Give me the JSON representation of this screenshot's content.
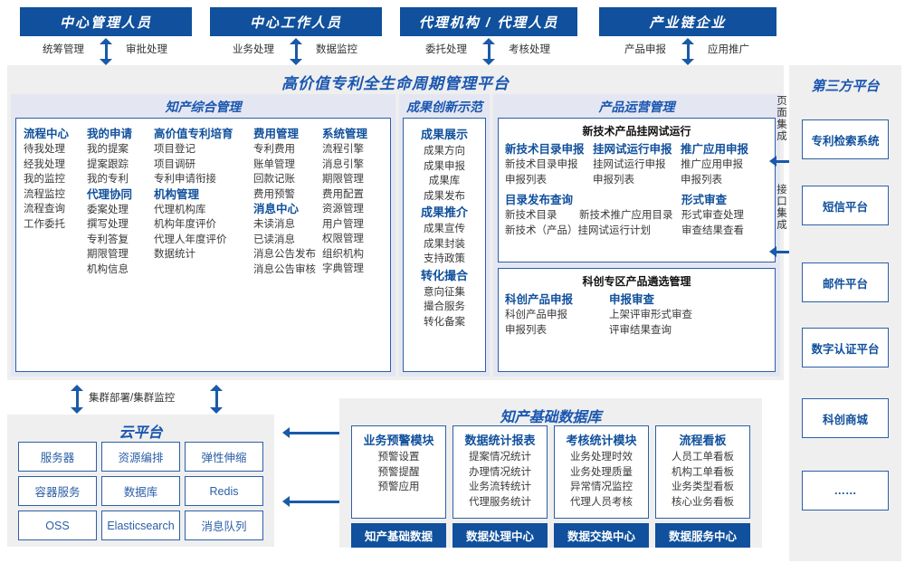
{
  "actors": [
    {
      "title": "中心管理人员",
      "left": "统筹管理",
      "right": "审批处理"
    },
    {
      "title": "中心工作人员",
      "left": "业务处理",
      "right": "数据监控"
    },
    {
      "title": "代理机构 / 代理人员",
      "left": "委托处理",
      "right": "考核处理"
    },
    {
      "title": "产业链企业",
      "left": "产品申报",
      "right": "应用推广"
    }
  ],
  "platform": {
    "title": "高价值专利全生命周期管理平台",
    "ip_management": {
      "title": "知产综合管理",
      "columns": [
        {
          "groups": [
            {
              "head": "流程中心",
              "items": [
                "待我处理",
                "经我处理",
                "我的监控",
                "流程监控",
                "流程查询",
                "工作委托"
              ]
            }
          ]
        },
        {
          "groups": [
            {
              "head": "我的申请",
              "items": [
                "我的提案",
                "提案跟踪",
                "我的专利"
              ]
            },
            {
              "head": "代理协同",
              "items": [
                "委案处理",
                "撰写处理",
                "专利答复",
                "期限管理",
                "机构信息"
              ]
            }
          ]
        },
        {
          "groups": [
            {
              "head": "高价值专利培育",
              "items": [
                "项目登记",
                "项目调研",
                "专利申请衔接"
              ]
            },
            {
              "head": "机构管理",
              "items": [
                "代理机构库",
                "机构年度评价",
                "代理人年度评价",
                "数据统计"
              ]
            }
          ]
        },
        {
          "groups": [
            {
              "head": "费用管理",
              "items": [
                "专利费用",
                "账单管理",
                "回款记账",
                "费用预警"
              ]
            },
            {
              "head": "消息中心",
              "items": [
                "未读消息",
                "已读消息",
                "消息公告发布",
                "消息公告审核"
              ]
            }
          ]
        },
        {
          "groups": [
            {
              "head": "系统管理",
              "items": [
                "流程引擎",
                "消息引擎",
                "期限管理",
                "费用配置",
                "资源管理",
                "用户管理",
                "权限管理",
                "组织机构",
                "字典管理"
              ]
            }
          ]
        }
      ]
    },
    "achievement": {
      "title": "成果创新示范",
      "groups": [
        {
          "head": "成果展示",
          "items": [
            "成果方向",
            "成果申报",
            "成果库",
            "成果发布"
          ]
        },
        {
          "head": "成果推介",
          "items": [
            "成果宣传",
            "成果封装",
            "支持政策"
          ]
        },
        {
          "head": "转化撮合",
          "items": [
            "意向征集",
            "撮合服务",
            "转化备案"
          ]
        }
      ]
    },
    "product_ops": {
      "title": "产品运营管理",
      "group_a": {
        "caption": "新技术产品挂网试运行",
        "row1": [
          {
            "head": "新技术目录申报",
            "items": [
              "新技术目录申报",
              "申报列表"
            ]
          },
          {
            "head": "挂网试运行申报",
            "items": [
              "挂网试运行申报",
              "申报列表"
            ]
          },
          {
            "head": "推广应用申报",
            "items": [
              "推广应用申报",
              "申报列表"
            ]
          }
        ],
        "row2": [
          {
            "head": "目录发布查询",
            "items": [
              "新技术目录",
              "新技术推广应用目录",
              "新技术（产品）挂网试运行计划"
            ]
          },
          {
            "head": "形式审查",
            "items": [
              "形式审查处理",
              "审查结果查看"
            ]
          }
        ]
      },
      "group_b": {
        "caption": "科创专区产品遴选管理",
        "row1": [
          {
            "head": "科创产品申报",
            "items": [
              "科创产品申报",
              "申报列表"
            ]
          },
          {
            "head": "申报审查",
            "items": [
              "上架评审形式审查",
              "评审结果查询"
            ]
          }
        ]
      }
    }
  },
  "integration": {
    "page": "页面集成",
    "api": "接口集成"
  },
  "third_party": {
    "title": "第三方平台",
    "items": [
      "专利检索系统",
      "短信平台",
      "邮件平台",
      "数字认证平台",
      "科创商城",
      "……"
    ]
  },
  "cluster_label": "集群部署/集群监控",
  "cloud": {
    "title": "云平台",
    "items": [
      "服务器",
      "资源编排",
      "弹性伸缩",
      "容器服务",
      "数据库",
      "Redis",
      "OSS",
      "Elasticsearch",
      "消息队列"
    ]
  },
  "ipdb": {
    "title": "知产基础数据库",
    "columns": [
      {
        "head": "业务预警模块",
        "items": [
          "预警设置",
          "预警提醒",
          "预警应用"
        ],
        "foot": "知产基础数据"
      },
      {
        "head": "数据统计报表",
        "items": [
          "提案情况统计",
          "办理情况统计",
          "业务流转统计",
          "代理服务统计"
        ],
        "foot": "数据处理中心"
      },
      {
        "head": "考核统计模块",
        "items": [
          "业务处理时效",
          "业务处理质量",
          "异常情况监控",
          "代理人员考核"
        ],
        "foot": "数据交换中心"
      },
      {
        "head": "流程看板",
        "items": [
          "人员工单看板",
          "机构工单看板",
          "业务类型看板",
          "核心业务看板"
        ],
        "foot": "数据服务中心"
      }
    ]
  },
  "colors": {
    "brand": "#10509c",
    "accent": "#1a5aa8",
    "panel": "#efefef",
    "subpanel": "#e4e7f2"
  }
}
